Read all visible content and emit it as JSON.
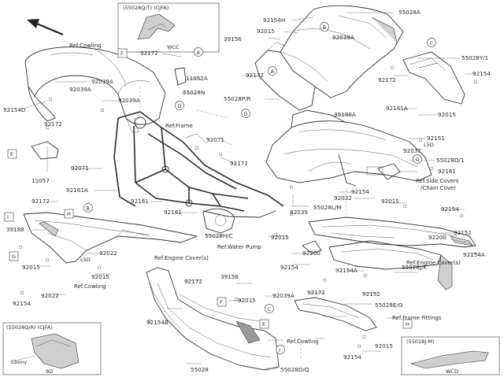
{
  "part_numbers": [
    {
      "id": "p1",
      "text": "55028A"
    },
    {
      "id": "p2",
      "text": "92154H"
    },
    {
      "id": "p3",
      "text": "92015"
    },
    {
      "id": "p4",
      "text": "39156"
    },
    {
      "id": "p5",
      "text": "92039A"
    },
    {
      "id": "p6",
      "text": "55028Y/1"
    },
    {
      "id": "p7",
      "text": "92172"
    },
    {
      "id": "p8",
      "text": "92154"
    },
    {
      "id": "p9",
      "text": "92172"
    },
    {
      "id": "p10",
      "text": "11052A"
    },
    {
      "id": "p11",
      "text": "55028N"
    },
    {
      "id": "p12",
      "text": "55028P/R"
    },
    {
      "id": "p13",
      "text": "92172"
    },
    {
      "id": "p14",
      "text": "92039A"
    },
    {
      "id": "p15",
      "text": "92039A"
    },
    {
      "id": "p16",
      "text": "92039A"
    },
    {
      "id": "p17",
      "text": "92154D"
    },
    {
      "id": "p18",
      "text": "39188A"
    },
    {
      "id": "p19",
      "text": "92161A"
    },
    {
      "id": "p20",
      "text": "92015"
    },
    {
      "id": "p21",
      "text": "92172"
    },
    {
      "id": "p22",
      "text": "92071"
    },
    {
      "id": "p23",
      "text": "92151"
    },
    {
      "id": "p24",
      "text": "92037"
    },
    {
      "id": "p25",
      "text": "55028D/1"
    },
    {
      "id": "p26",
      "text": "92161"
    },
    {
      "id": "p27",
      "text": "92071"
    },
    {
      "id": "p28",
      "text": "92172"
    },
    {
      "id": "p29",
      "text": "11057"
    },
    {
      "id": "p30",
      "text": "92161A"
    },
    {
      "id": "p31",
      "text": "92154"
    },
    {
      "id": "p32",
      "text": "92022"
    },
    {
      "id": "p33",
      "text": "92015"
    },
    {
      "id": "p34",
      "text": "92172"
    },
    {
      "id": "p35",
      "text": "92161"
    },
    {
      "id": "p36",
      "text": "92161"
    },
    {
      "id": "p37",
      "text": "55028L/M"
    },
    {
      "id": "p38",
      "text": "92039"
    },
    {
      "id": "p39",
      "text": "92154"
    },
    {
      "id": "p40",
      "text": "39188"
    },
    {
      "id": "p41",
      "text": "55028H/C"
    },
    {
      "id": "p42",
      "text": "92200"
    },
    {
      "id": "p43",
      "text": "92152"
    },
    {
      "id": "p44",
      "text": "92015"
    },
    {
      "id": "p45",
      "text": "92022"
    },
    {
      "id": "p46",
      "text": "92015"
    },
    {
      "id": "p47",
      "text": "92154A"
    },
    {
      "id": "p48",
      "text": "92200"
    },
    {
      "id": "p49",
      "text": "92154"
    },
    {
      "id": "p50",
      "text": "92154A"
    },
    {
      "id": "p51",
      "text": "55028J/K"
    },
    {
      "id": "p52",
      "text": "92015"
    },
    {
      "id": "p53",
      "text": "92022"
    },
    {
      "id": "p54",
      "text": "92154"
    },
    {
      "id": "p55",
      "text": "92172"
    },
    {
      "id": "p56",
      "text": "39156"
    },
    {
      "id": "p57",
      "text": "92039A"
    },
    {
      "id": "p58",
      "text": "92172"
    },
    {
      "id": "p59",
      "text": "92152"
    },
    {
      "id": "p60",
      "text": "92015"
    },
    {
      "id": "p61",
      "text": "55028E/G"
    },
    {
      "id": "p62",
      "text": "92154B"
    },
    {
      "id": "p63",
      "text": "92015"
    },
    {
      "id": "p64",
      "text": "92154"
    },
    {
      "id": "p65",
      "text": "55028"
    },
    {
      "id": "p66",
      "text": "55028D/Q"
    }
  ],
  "reference_labels": [
    {
      "id": "r1",
      "text": "Ref.Cowling"
    },
    {
      "id": "r2",
      "text": "Ref.Frame"
    },
    {
      "id": "r3",
      "text": "Ref.Side Covers"
    },
    {
      "id": "r4",
      "text": "/Chain Cover"
    },
    {
      "id": "r5",
      "text": "Ref.Water Pump"
    },
    {
      "id": "r6",
      "text": "Ref.Engine Cover(s)"
    },
    {
      "id": "r7",
      "text": "Ref.Engine Cover(s)"
    },
    {
      "id": "r8",
      "text": "Ref.Cowling"
    },
    {
      "id": "r9",
      "text": "Ref.Cowling"
    },
    {
      "id": "r10",
      "text": "Ref.Frame Fittings"
    }
  ],
  "callout_letters": [
    {
      "id": "c1",
      "text": "A"
    },
    {
      "id": "c2",
      "text": "B"
    },
    {
      "id": "c3",
      "text": "C"
    },
    {
      "id": "c4",
      "text": "D"
    },
    {
      "id": "c5",
      "text": "E"
    },
    {
      "id": "c6",
      "text": "F"
    },
    {
      "id": "c7",
      "text": "G"
    },
    {
      "id": "c8",
      "text": "H"
    },
    {
      "id": "c9",
      "text": "I"
    },
    {
      "id": "c10",
      "text": "A"
    },
    {
      "id": "c11",
      "text": "B"
    },
    {
      "id": "c12",
      "text": "C"
    },
    {
      "id": "c13",
      "text": "D"
    },
    {
      "id": "c14",
      "text": "E"
    },
    {
      "id": "c15",
      "text": "F"
    },
    {
      "id": "c16",
      "text": "G"
    },
    {
      "id": "c17",
      "text": "H"
    },
    {
      "id": "c18",
      "text": "I"
    },
    {
      "id": "c19",
      "text": "H"
    },
    {
      "id": "c20",
      "text": "I"
    }
  ],
  "insets": {
    "top": {
      "title": "(55028Q/T) (CJFA)",
      "caption": "WCC"
    },
    "bottom_left": {
      "title": "(55028Q/R) (CJFA)",
      "side_label": "Ebony",
      "caption": "9D"
    },
    "bottom_right": {
      "title": "(55028J-M)",
      "caption": "WCD"
    }
  },
  "notes": [
    {
      "id": "n1",
      "text": "L5D"
    },
    {
      "id": "n2",
      "text": "L5D"
    }
  ],
  "direction_arrow": "front-arrow"
}
